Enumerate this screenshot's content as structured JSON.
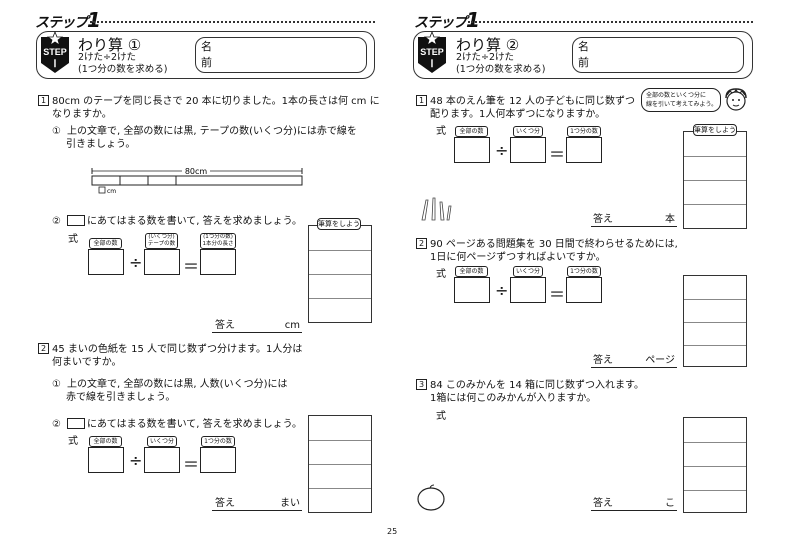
{
  "left": {
    "step_word": "ステップ",
    "step_num": "1",
    "badge_word": "STEP",
    "badge_num": "Ⅰ",
    "title": "わり算 ①",
    "sub1": "2けた÷2けた",
    "sub2": "(1つ分の数を求める)",
    "name_label_1": "名",
    "name_label_2": "前",
    "q1_num": "1",
    "q1_text_1": "80cm のテープを同じ長さで 20 本に切りました。1本の長さは何 cm に",
    "q1_text_2": "なりますか。",
    "q1_s1_mark": "①",
    "q1_s1_text_1": "上の文章で, 全部の数には黒, テープの数(いくつ分)には赤で線を",
    "q1_s1_text_2": "引きましょう。",
    "tape_label": "80cm",
    "tape_unit": "cm",
    "q1_s2_mark": "②",
    "q1_s2_text": "にあてはまる数を書いて, 答えを求めましょう。",
    "shiki": "式",
    "q1_lbl_a": "全部の数",
    "q1_lbl_b_1": "(いくつ分)",
    "q1_lbl_b_2": "テープの数",
    "q1_lbl_c_1": "(1つ分の数)",
    "q1_lbl_c_2": "1本分の長さ",
    "div": "÷",
    "eq": "＝",
    "calc_label": "筆算をしよう",
    "answer": "答え",
    "q1_unit": "cm",
    "q2_num": "2",
    "q2_text_1": "45 まいの色紙を 15 人で同じ数ずつ分けます。1人分は",
    "q2_text_2": "何まいですか。",
    "q2_s1_mark": "①",
    "q2_s1_text_1": "上の文章で, 全部の数には黒, 人数(いくつ分)には",
    "q2_s1_text_2": "赤で線を引きましょう。",
    "q2_s2_mark": "②",
    "q2_s2_text": "にあてはまる数を書いて, 答えを求めましょう。",
    "lbl_all": "全部の数",
    "lbl_count": "いくつ分",
    "lbl_one": "1つ分の数",
    "q2_unit": "まい",
    "page_no": "25"
  },
  "right": {
    "step_word": "ステップ",
    "step_num": "1",
    "badge_word": "STEP",
    "badge_num": "Ⅰ",
    "title": "わり算 ②",
    "sub1": "2けた÷2けた",
    "sub2": "(1つ分の数を求める)",
    "name_label_1": "名",
    "name_label_2": "前",
    "hint_1": "全部の数といくつ分に",
    "hint_2": "線を引いて考えてみよう。",
    "q1_num": "1",
    "q1_text_1": "48 本のえん筆を 12 人の子どもに同じ数ずつ",
    "q1_text_2": "配ります。1人何本ずつになりますか。",
    "shiki": "式",
    "lbl_all": "全部の数",
    "lbl_count": "いくつ分",
    "lbl_one": "1つ分の数",
    "div": "÷",
    "eq": "＝",
    "calc_label": "筆算をしよう",
    "answer": "答え",
    "q1_unit": "本",
    "q2_num": "2",
    "q2_text_1": "90 ページある問題集を 30 日間で終わらせるためには,",
    "q2_text_2": "1日に何ページずつすればよいですか。",
    "q2_unit": "ページ",
    "q3_num": "3",
    "q3_text_1": "84 このみかんを 14 箱に同じ数ずつ入れます。",
    "q3_text_2": "1箱には何このみかんが入りますか。",
    "q3_unit": "こ"
  }
}
